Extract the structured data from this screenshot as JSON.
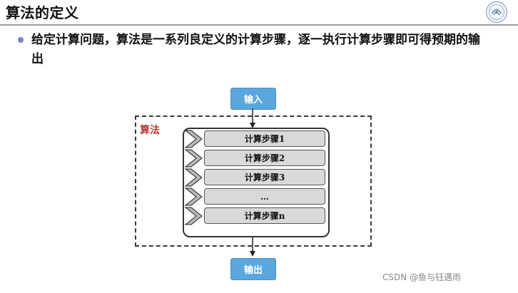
{
  "slide": {
    "title": "算法的定义",
    "bullet": "给定计算问题，算法是一系列良定义的计算步骤，逐一执行计算步骤即可得预期的输出"
  },
  "diagram": {
    "input_label": "输入",
    "algorithm_label": "算法",
    "steps": [
      "计算步骤1",
      "计算步骤2",
      "计算步骤3",
      "…",
      "计算步骤n"
    ],
    "output_label": "输出"
  },
  "watermark": "CSDN @鱼与钰遇雨",
  "colors": {
    "flow_box": "#5aa7e0",
    "algorithm_label": "#c0392b",
    "step_fill": "#d9d9d9",
    "bullet": "#7f7fd0"
  },
  "icons": [
    "university-logo-icon",
    "chevron-down-icon"
  ]
}
